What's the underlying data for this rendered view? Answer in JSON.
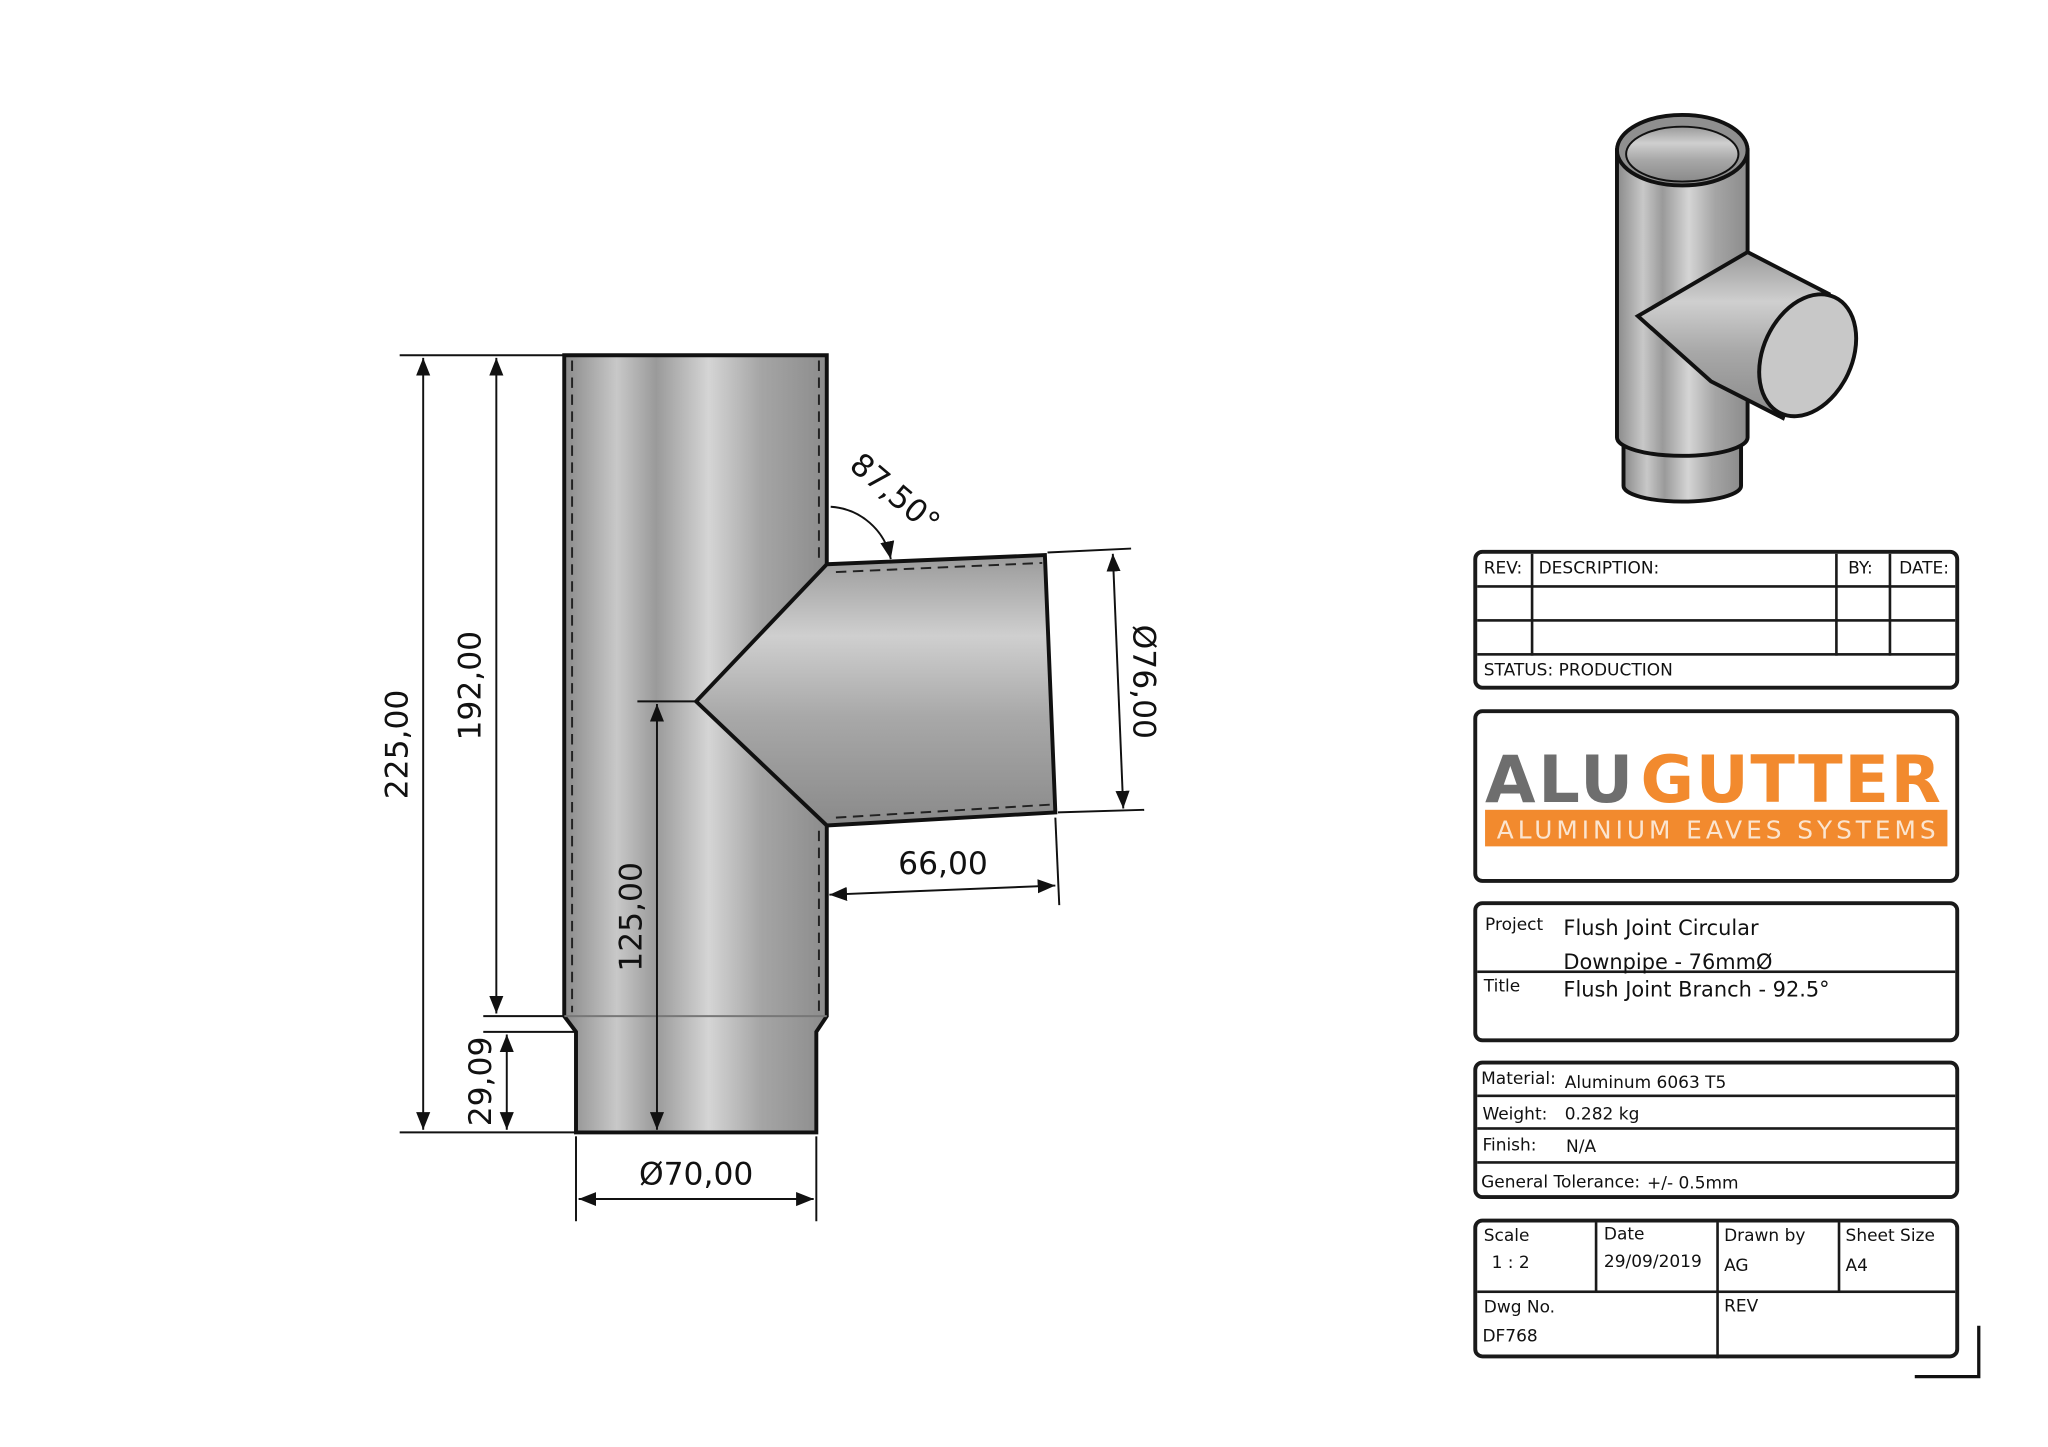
{
  "drawing": {
    "dimensions": {
      "overall_height": "225,00",
      "upper_height": "192,00",
      "branch_height": "125,00",
      "spigot_height": "29,09",
      "spigot_diameter": "Ø70,00",
      "branch_length": "66,00",
      "branch_diameter": "Ø76,00",
      "branch_angle": "87,50°"
    }
  },
  "revision_table": {
    "headers": [
      "REV:",
      "DESCRIPTION:",
      "BY:",
      "DATE:"
    ],
    "status": "STATUS: PRODUCTION"
  },
  "logo": {
    "brand_part1": "ALU",
    "brand_part2": "GUTTER",
    "tagline": "ALUMINIUM EAVES SYSTEMS",
    "colors": {
      "grey": "#6e6e6e",
      "orange": "#f28a2e"
    }
  },
  "project": {
    "project_label": "Project",
    "project_value": "Flush Joint Circular Downpipe - 76mmØ",
    "title_label": "Title",
    "title_value": "Flush Joint Branch - 92.5°"
  },
  "specs": [
    {
      "label": "Material:",
      "value": "Aluminum 6063 T5"
    },
    {
      "label": "Weight:",
      "value": "0.282 kg"
    },
    {
      "label": "Finish:",
      "value": "N/A"
    },
    {
      "label": "General Tolerance:",
      "value": "+/- 0.5mm"
    }
  ],
  "info": {
    "scale_label": "Scale",
    "scale_value": "1 : 2",
    "date_label": "Date",
    "date_value": "29/09/2019",
    "drawn_label": "Drawn by",
    "drawn_value": "AG",
    "sheet_label": "Sheet Size",
    "sheet_value": "A4",
    "dwg_label": "Dwg No.",
    "dwg_value": "DF768",
    "rev_label": "REV"
  }
}
